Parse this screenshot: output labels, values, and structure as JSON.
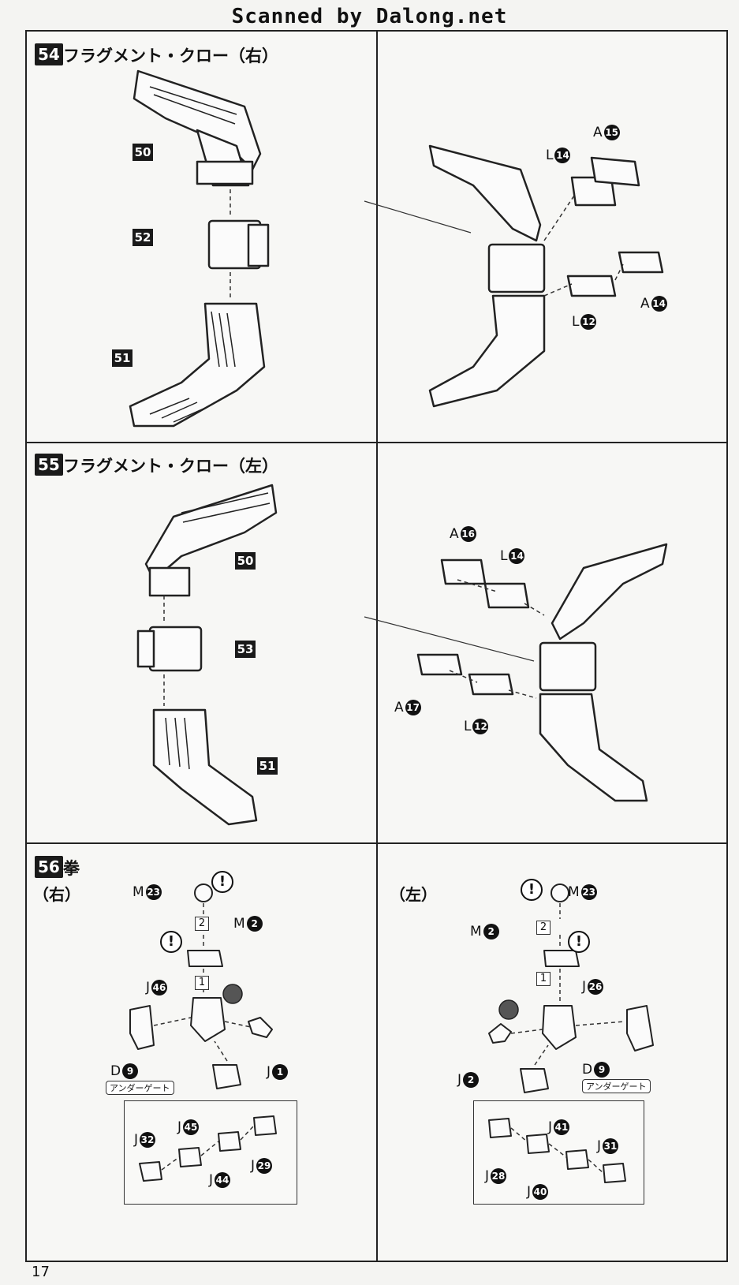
{
  "header": "Scanned by Dalong.net",
  "page_number": "17",
  "steps": [
    {
      "number": "54",
      "title": "フラグメント・クロー（右）",
      "parts": [
        "50",
        "52",
        "51"
      ],
      "detail_callouts": [
        {
          "runner": "A",
          "part": "15"
        },
        {
          "runner": "L",
          "part": "14"
        },
        {
          "runner": "A",
          "part": "14"
        },
        {
          "runner": "L",
          "part": "12"
        }
      ]
    },
    {
      "number": "55",
      "title": "フラグメント・クロー（左）",
      "parts": [
        "50",
        "53",
        "51"
      ],
      "detail_callouts": [
        {
          "runner": "A",
          "part": "16"
        },
        {
          "runner": "L",
          "part": "14"
        },
        {
          "runner": "A",
          "part": "17"
        },
        {
          "runner": "L",
          "part": "12"
        }
      ]
    },
    {
      "number": "56",
      "title": "拳",
      "right": {
        "label": "（右）",
        "callouts": [
          {
            "runner": "M",
            "part": "23"
          },
          {
            "runner": "M",
            "part": "2"
          },
          {
            "runner": "J",
            "part": "46"
          },
          {
            "runner": "D",
            "part": "9"
          },
          {
            "runner": "J",
            "part": "1"
          }
        ],
        "gate_note": "アンダーゲート",
        "order_marks": [
          "2",
          "1"
        ],
        "warning": "!",
        "detail": [
          {
            "runner": "J",
            "part": "45"
          },
          {
            "runner": "J",
            "part": "32"
          },
          {
            "runner": "J",
            "part": "44"
          },
          {
            "runner": "J",
            "part": "29"
          }
        ]
      },
      "left": {
        "label": "（左）",
        "callouts": [
          {
            "runner": "M",
            "part": "23"
          },
          {
            "runner": "M",
            "part": "2"
          },
          {
            "runner": "J",
            "part": "26"
          },
          {
            "runner": "D",
            "part": "9"
          },
          {
            "runner": "J",
            "part": "2"
          }
        ],
        "gate_note": "アンダーゲート",
        "order_marks": [
          "2",
          "1"
        ],
        "warning": "!",
        "detail": [
          {
            "runner": "J",
            "part": "28"
          },
          {
            "runner": "J",
            "part": "40"
          },
          {
            "runner": "J",
            "part": "41"
          },
          {
            "runner": "J",
            "part": "31"
          }
        ]
      }
    }
  ]
}
